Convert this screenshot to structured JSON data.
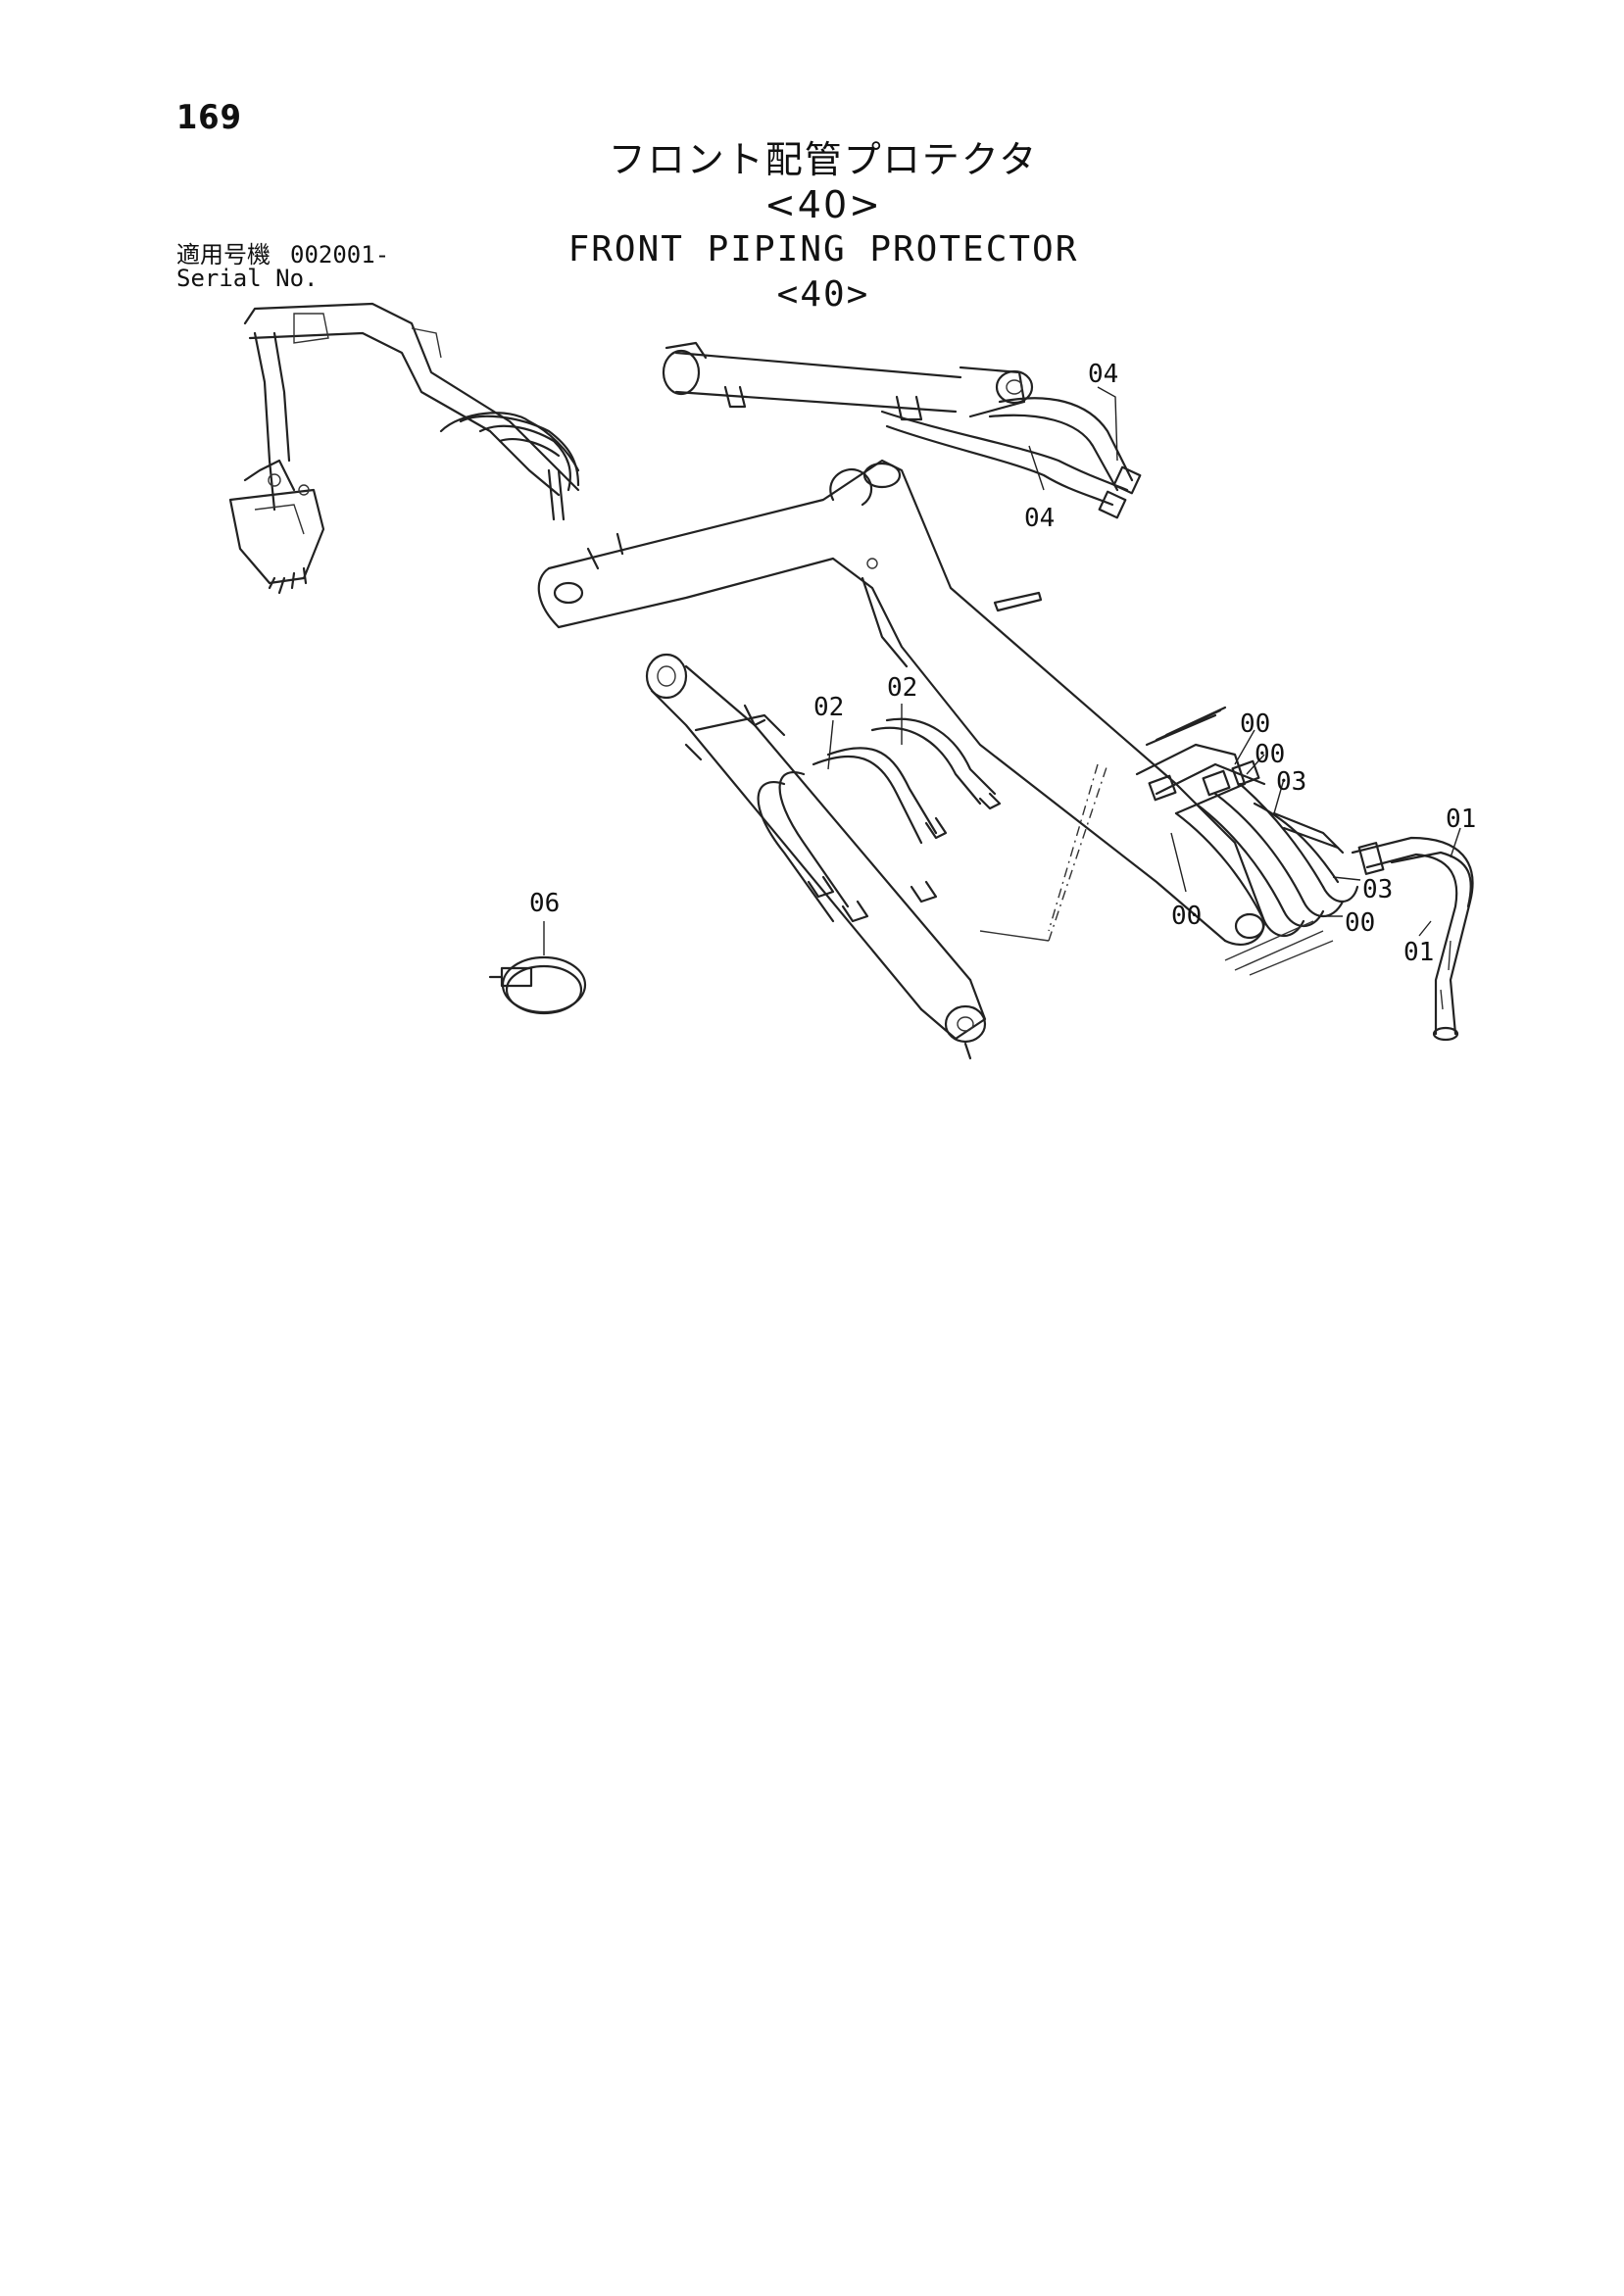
{
  "page_number": "169",
  "title": {
    "japanese": "フロント配管プロテクタ <40>",
    "english": "FRONT PIPING PROTECTOR <40>"
  },
  "serial": {
    "label_ja": "適用号機",
    "label_en": "Serial No.",
    "value": "002001-"
  },
  "callouts": {
    "c04a": "04",
    "c04b": "04",
    "c02a": "02",
    "c02b": "02",
    "c00a": "00",
    "c00b": "00",
    "c03a": "03",
    "c01a": "01",
    "c03b": "03",
    "c00c": "00",
    "c00d": "00",
    "c01b": "01",
    "c06": "06"
  }
}
